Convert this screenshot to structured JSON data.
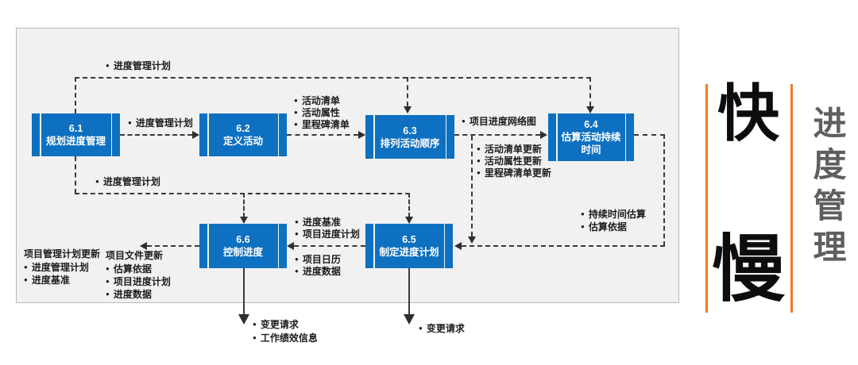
{
  "diagram": {
    "boxes": {
      "p61": {
        "number": "6.1",
        "name": "规划进度管理"
      },
      "p62": {
        "number": "6.2",
        "name": "定义活动"
      },
      "p63": {
        "number": "6.3",
        "name": "排列活动顺序"
      },
      "p64": {
        "number": "6.4",
        "name": "估算活动持续时间"
      },
      "p65": {
        "number": "6.5",
        "name": "制定进度计划"
      },
      "p66": {
        "number": "6.6",
        "name": "控制进度"
      }
    },
    "labels": {
      "top_schedule_plan": "进度管理计划",
      "p61_to_p62": "进度管理计划",
      "mid_schedule_plan": "进度管理计划",
      "p62_outputs": [
        "活动清单",
        "活动属性",
        "里程碑清单"
      ],
      "p63_output_main": "项目进度网络图",
      "p63_output_updates": [
        "活动清单更新",
        "活动属性更新",
        "里程碑清单更新"
      ],
      "p64_outputs": [
        "持续时间估算",
        "估算依据"
      ],
      "p65_to_p66_above": [
        "进度基准",
        "项目进度计划"
      ],
      "p65_to_p66_below": [
        "项目日历",
        "进度数据"
      ],
      "p66_col1_header": "项目管理计划更新",
      "p66_col1_items": [
        "进度管理计划",
        "进度基准"
      ],
      "p66_col2_header": "项目文件更新",
      "p66_col2_items": [
        "估算依据",
        "项目进度计划",
        "进度数据"
      ],
      "p66_bottom_outputs": [
        "变更请求",
        "工作绩效信息"
      ],
      "p65_bottom_outputs": [
        "变更请求"
      ]
    },
    "colors": {
      "box_blue": "#0e70c0",
      "orange_accent": "#f4781f",
      "flow_line": "#3a3a3a",
      "panel_bg": "#f1f1f1",
      "side_title_gray": "#5f5f5f"
    }
  },
  "side": {
    "fast_char": "快",
    "slow_char": "慢",
    "vertical_title": "进度管理"
  }
}
